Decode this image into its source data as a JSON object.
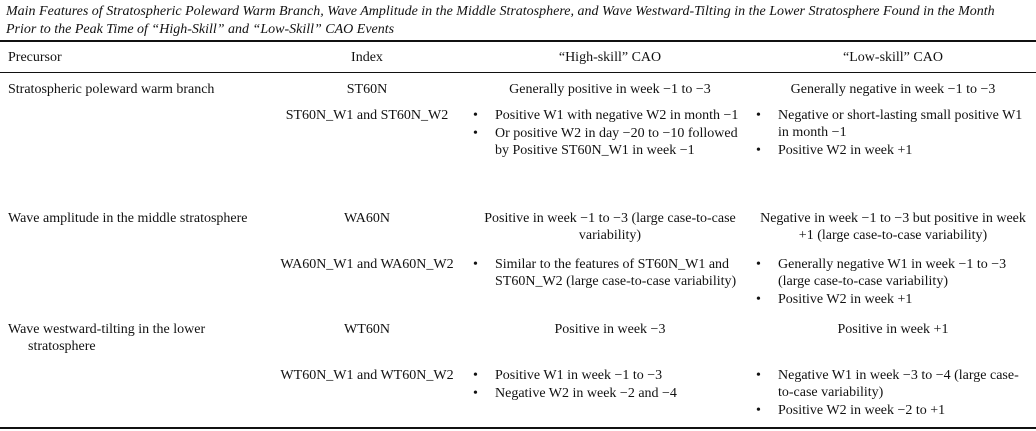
{
  "caption": "Main Features of Stratospheric Poleward Warm Branch, Wave Amplitude in the Middle Stratosphere, and Wave Westward-Tilting in the Lower Stratosphere Found in the Month Prior to the Peak Time of “High-Skill” and “Low-Skill” CAO Events",
  "headers": {
    "precursor": "Precursor",
    "index": "Index",
    "high": "“High-skill” CAO",
    "low": "“Low-skill” CAO"
  },
  "rows": [
    {
      "precursor": "Stratospheric poleward warm branch",
      "index": "ST60N",
      "high": "Generally positive in week −1 to −3",
      "low": "Generally negative in week −1 to −3"
    },
    {
      "index": "ST60N_W1 and ST60N_W2",
      "high_bullets": [
        "Positive W1 with negative W2 in month −1",
        "Or positive W2 in day −20 to −10 followed by Positive ST60N_W1 in week −1"
      ],
      "low_bullets": [
        "Negative or short-lasting small positive W1 in month −1",
        "Positive W2 in week +1"
      ]
    },
    {
      "precursor": "Wave amplitude in the middle stratosphere",
      "index": "WA60N",
      "high": "Positive in week −1 to −3 (large case-to-case variability)",
      "low": "Negative in week −1 to −3 but positive in week +1 (large case-to-case variability)"
    },
    {
      "index": "WA60N_W1 and WA60N_W2",
      "high_bullets": [
        "Similar to the features of ST60N_W1 and ST60N_W2 (large case-to-case variability)"
      ],
      "low_bullets": [
        "Generally negative W1 in week −1 to −3 (large case-to-case variability)",
        "Positive W2 in week +1"
      ]
    },
    {
      "precursor": "Wave westward-tilting in the lower stratosphere",
      "index": "WT60N",
      "high": "Positive in week −3",
      "low": "Positive in week +1"
    },
    {
      "index": "WT60N_W1 and WT60N_W2",
      "high_bullets": [
        "Positive W1 in week −1 to −3",
        "Negative W2 in week −2 and −4"
      ],
      "low_bullets": [
        "Negative W1 in week −3 to −4 (large case-to-case variability)",
        "Positive W2 in week −2 to +1"
      ]
    }
  ]
}
